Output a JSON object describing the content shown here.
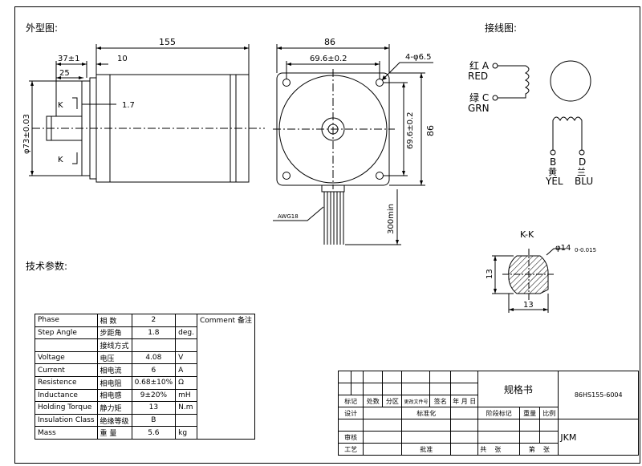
{
  "sections": {
    "outline": "外型图:",
    "wiring": "接线图:",
    "tech": "技术参数:"
  },
  "side_view": {
    "dim_total": "155",
    "dim_37": "37±1",
    "dim_10": "10",
    "dim_25": "25",
    "dim_17": "1.7",
    "dim_dia": "φ73±0.03",
    "k_top": "K",
    "k_bottom": "K"
  },
  "front_view": {
    "dim_86_top": "86",
    "dim_696_top": "69.6±0.2",
    "holes": "4-φ6.5",
    "dim_696_side": "69.6±0.2",
    "dim_86_side": "86",
    "wire_len": "300min",
    "awg": "AWG18"
  },
  "wiring": {
    "a_cn": "红 A",
    "a_en": "RED",
    "c_cn": "绿 C",
    "c_en": "GRN",
    "b_letter": "B",
    "b_cn": "黄",
    "b_en": "YEL",
    "d_letter": "D",
    "d_cn": "兰",
    "d_en": "BLU"
  },
  "section_kk": {
    "title": "K-K",
    "dia_main": "φ14",
    "dia_tol": "0-0.015",
    "dim_13_v": "13",
    "dim_13_h": "13"
  },
  "spec_table": {
    "comment": "Comment 备注",
    "rows": [
      {
        "en": "Phase",
        "cn": "相  数",
        "val": "2",
        "unit": ""
      },
      {
        "en": "Step Angle",
        "cn": "步距角",
        "val": "1.8",
        "unit": "deg."
      },
      {
        "en": "",
        "cn": "接线方式",
        "val": "",
        "unit": ""
      },
      {
        "en": "Voltage",
        "cn": "电压",
        "val": "4.08",
        "unit": "V"
      },
      {
        "en": "Current",
        "cn": "相电流",
        "val": "6",
        "unit": "A"
      },
      {
        "en": "Resistence",
        "cn": "相电阻",
        "val": "0.68±10%",
        "unit": "Ω"
      },
      {
        "en": "Inductance",
        "cn": "相电感",
        "val": "9±20%",
        "unit": "mH"
      },
      {
        "en": "Holding Torque",
        "cn": "静力矩",
        "val": "13",
        "unit": "N.m"
      },
      {
        "en": "Insulation Class",
        "cn": "绝缘等级",
        "val": "B",
        "unit": ""
      },
      {
        "en": "Mass",
        "cn": "重  量",
        "val": "5.6",
        "unit": "kg"
      }
    ]
  },
  "title_block": {
    "spec_title": "规格书",
    "model": "86HS155-6004",
    "company": "JKM",
    "row_labels": [
      "标记",
      "处数",
      "分区",
      "更改文件号",
      "签名",
      "年 月 日"
    ],
    "design": "设计",
    "standard": "标准化",
    "stage": "阶段标记",
    "weight": "重量",
    "ratio": "比例",
    "review": "审核",
    "process": "工艺",
    "approve": "批准",
    "total": "共",
    "sheets": "张",
    "page": "第",
    "sheet2": "张"
  }
}
